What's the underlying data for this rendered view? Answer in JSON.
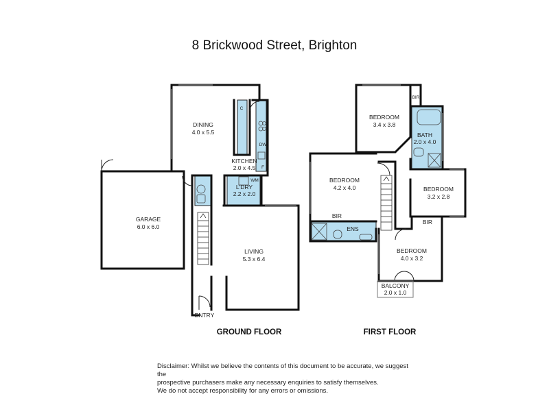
{
  "title": "8 Brickwood Street, Brighton",
  "ground_floor": {
    "label": "GROUND FLOOR",
    "rooms": {
      "dining": {
        "name": "DINING",
        "size": "4.0 x 5.5"
      },
      "kitchen": {
        "name": "KITCHEN",
        "size": "2.0 x 4.5"
      },
      "garage": {
        "name": "GARAGE",
        "size": "6.0 x 6.0"
      },
      "laundry": {
        "name": "L'DRY",
        "size": "2.2 x 2.0"
      },
      "living": {
        "name": "LIVING",
        "size": "5.3 x 6.4"
      },
      "entry": {
        "name": "ENTRY"
      }
    },
    "fixtures": {
      "c": "C",
      "dw": "DW",
      "f": "F",
      "wm": "WM"
    }
  },
  "first_floor": {
    "label": "FIRST FLOOR",
    "rooms": {
      "bedroom_1": {
        "name": "BEDROOM",
        "size": "3.4 x 3.8"
      },
      "bath": {
        "name": "BATH",
        "size": "2.0 x 4.0"
      },
      "bedroom_2": {
        "name": "BEDROOM",
        "size": "4.2 x 4.0"
      },
      "bedroom_3": {
        "name": "BEDROOM",
        "size": "3.2 x 2.8"
      },
      "bedroom_4": {
        "name": "BEDROOM",
        "size": "4.0 x 3.2"
      },
      "balcony": {
        "name": "BALCONY",
        "size": "2.0 x 1.0"
      },
      "ens": {
        "name": "ENS"
      }
    },
    "fixtures": {
      "bir_1": "BIR",
      "bir_2": "BIR",
      "bir_3": "BIR"
    }
  },
  "disclaimer": {
    "line1": "Disclaimer: Whilst we believe the contents of this document to be accurate, we suggest the",
    "line2": "prospective purchasers make any necessary enquiries to satisfy themselves.",
    "line3": "We do not accept responsibility for any errors or omissions."
  }
}
